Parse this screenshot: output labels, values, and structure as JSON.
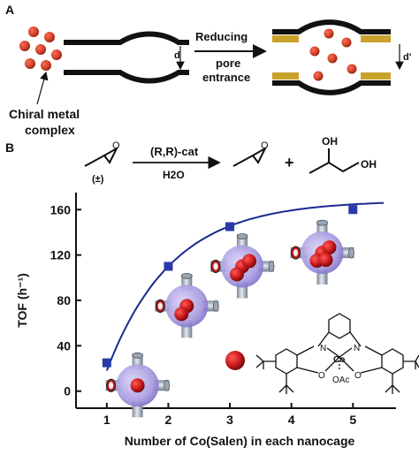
{
  "panel_a": {
    "label": "A",
    "arrow_text_line1": "Reducing",
    "arrow_text_line2": "pore",
    "arrow_text_line3": "entrance",
    "d_label": "d",
    "d_prime_label": "d'",
    "complex_label_line1": "Chiral metal",
    "complex_label_line2": "complex",
    "colors": {
      "particle": "#d2452a",
      "coating": "#c9a22c",
      "wall": "#111111"
    }
  },
  "panel_b": {
    "label": "B",
    "reaction": {
      "racemic_mark": "(±)",
      "catalyst": "(R,R)-cat",
      "reagent": "H2O",
      "plus": "+",
      "oh_top": "OH",
      "oh_right": "OH"
    },
    "salen": {
      "n_left": "N",
      "n_right": "N",
      "co": "Co",
      "o_left": "O",
      "o_right": "O",
      "oac": "OAc"
    }
  },
  "chart_data": {
    "type": "scatter",
    "title": "",
    "xlabel": "Number of Co(Salen) in each nanocage",
    "ylabel": "TOF (h⁻¹)",
    "x": [
      1,
      2,
      3,
      5
    ],
    "y": [
      25,
      110,
      145,
      160
    ],
    "xticks": [
      1,
      2,
      3,
      4,
      5
    ],
    "yticks": [
      0,
      40,
      80,
      120,
      160
    ],
    "xlim": [
      0.5,
      5.7
    ],
    "ylim": [
      -15,
      175
    ],
    "fit_curve": true,
    "grid": false,
    "colors": {
      "points": "#2a3aa8",
      "curve": "#1a2a8e",
      "cage": "#a89be0",
      "metal": "#c8191b"
    }
  }
}
